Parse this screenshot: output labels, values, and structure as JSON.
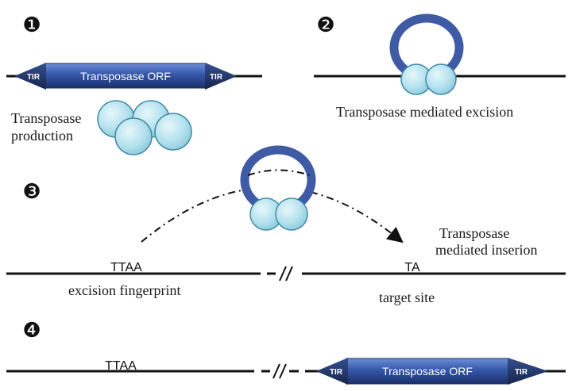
{
  "steps": {
    "s1": "❶",
    "s2": "❷",
    "s3": "❸",
    "s4": "❹"
  },
  "transposon": {
    "orf_label": "Transposase ORF",
    "tir_left": "TIR",
    "tir_right": "TIR"
  },
  "labels": {
    "production_line1": "Transposase",
    "production_line2": "production",
    "excision": "Transposase mediated excision",
    "insertion_line1": "Transposase",
    "insertion_line2": "mediated inserion",
    "ttaa_step3": "TTAA",
    "fingerprint": "excision fingerprint",
    "ta": "TA",
    "target_site": "target site",
    "ttaa_step4": "TTAA"
  },
  "colors": {
    "dna": "#111111",
    "orf_dark": "#1f3a7a",
    "orf_light": "#4a6cc0",
    "tir": "#1c2f63",
    "ring": "#3f5ba6",
    "protein_fill": "#b8e4ef",
    "protein_edge": "#3e8aa8"
  }
}
